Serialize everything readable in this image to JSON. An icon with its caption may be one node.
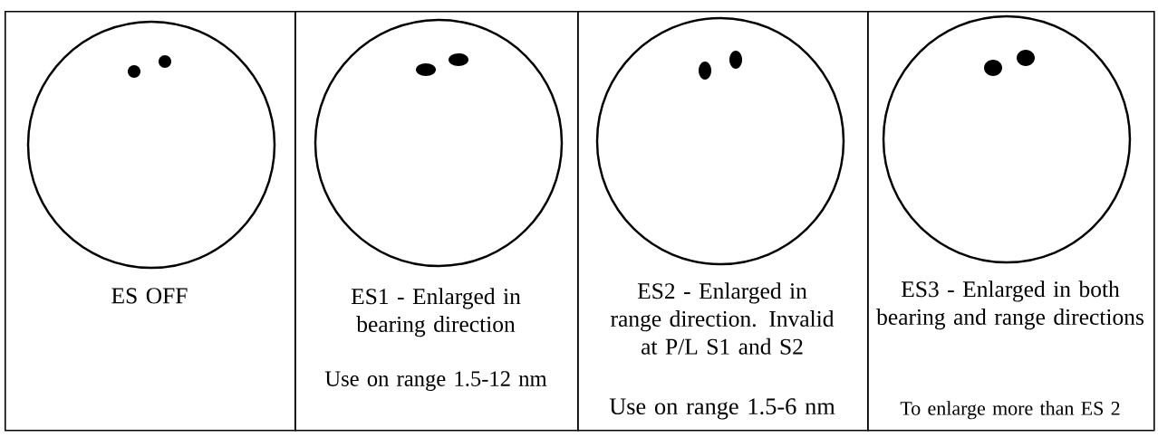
{
  "diagram": {
    "nodes": [
      {
        "text": [
          "ES OFF"
        ]
      },
      {
        "text": [],
        "shape": "circle",
        "in": 0
      },
      {
        "text": [
          "ES1 - Enlarged in bearing direction",
          "Use on range 1.5-12 nm"
        ]
      },
      {
        "text": [],
        "shape": "circle",
        "in": 2
      },
      {
        "text": [
          "ES2 - Enlarged in range direction. Invalid at P/L S1 and S2",
          "Use on range 1.5-6 nm"
        ]
      },
      {
        "text": [],
        "shape": "circle",
        "in": 4
      },
      {
        "text": [
          "ES3 - Enlarged in both bearing and range directions",
          "To enlarge more than ES 2"
        ]
      },
      {
        "text": [],
        "shape": "circle",
        "in": 6
      }
    ]
  }
}
